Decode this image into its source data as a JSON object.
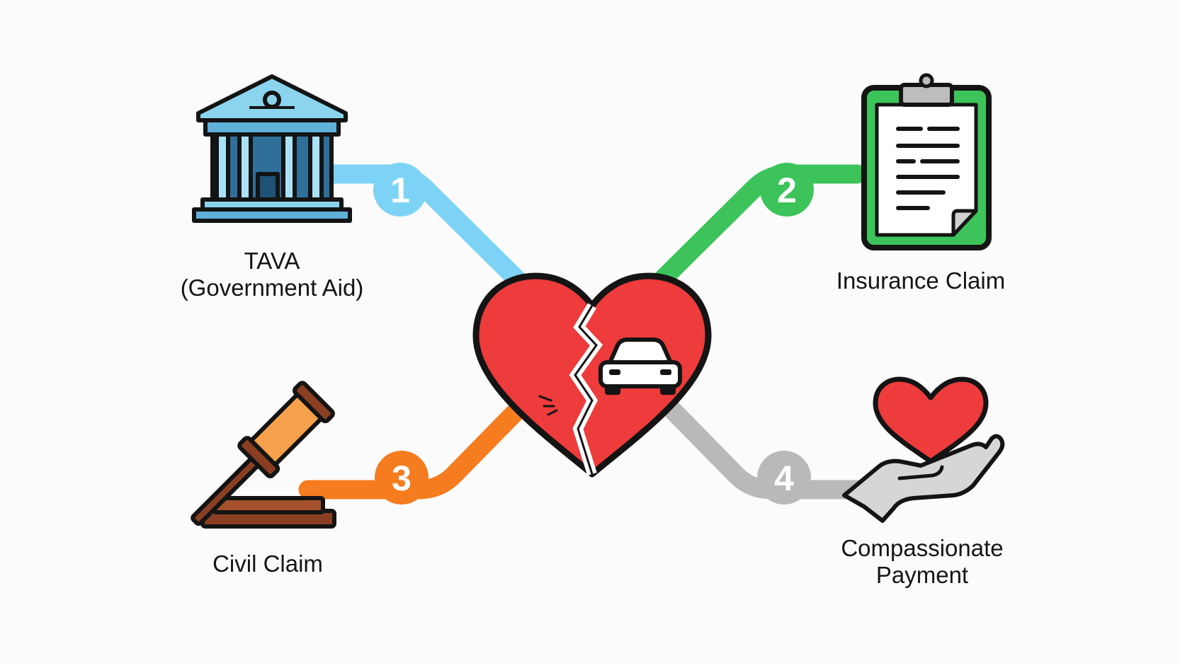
{
  "colors": {
    "route_1": "#7dd3f5",
    "route_2": "#3cc45a",
    "route_3": "#f57c1f",
    "route_4": "#b9b9b9",
    "heart": "#ee3b3b",
    "outline": "#141414",
    "background": "#fbfbfb"
  },
  "center": {
    "icon": "broken-heart-with-car-icon"
  },
  "routes": [
    {
      "number": "1",
      "label_lines": [
        "TAVA",
        "(Government Aid)"
      ],
      "icon": "government-building-icon"
    },
    {
      "number": "2",
      "label_lines": [
        "Insurance Claim"
      ],
      "icon": "clipboard-document-icon"
    },
    {
      "number": "3",
      "label_lines": [
        "Civil Claim"
      ],
      "icon": "gavel-icon"
    },
    {
      "number": "4",
      "label_lines": [
        "Compassionate",
        "Payment"
      ],
      "icon": "heart-in-hand-icon"
    }
  ]
}
